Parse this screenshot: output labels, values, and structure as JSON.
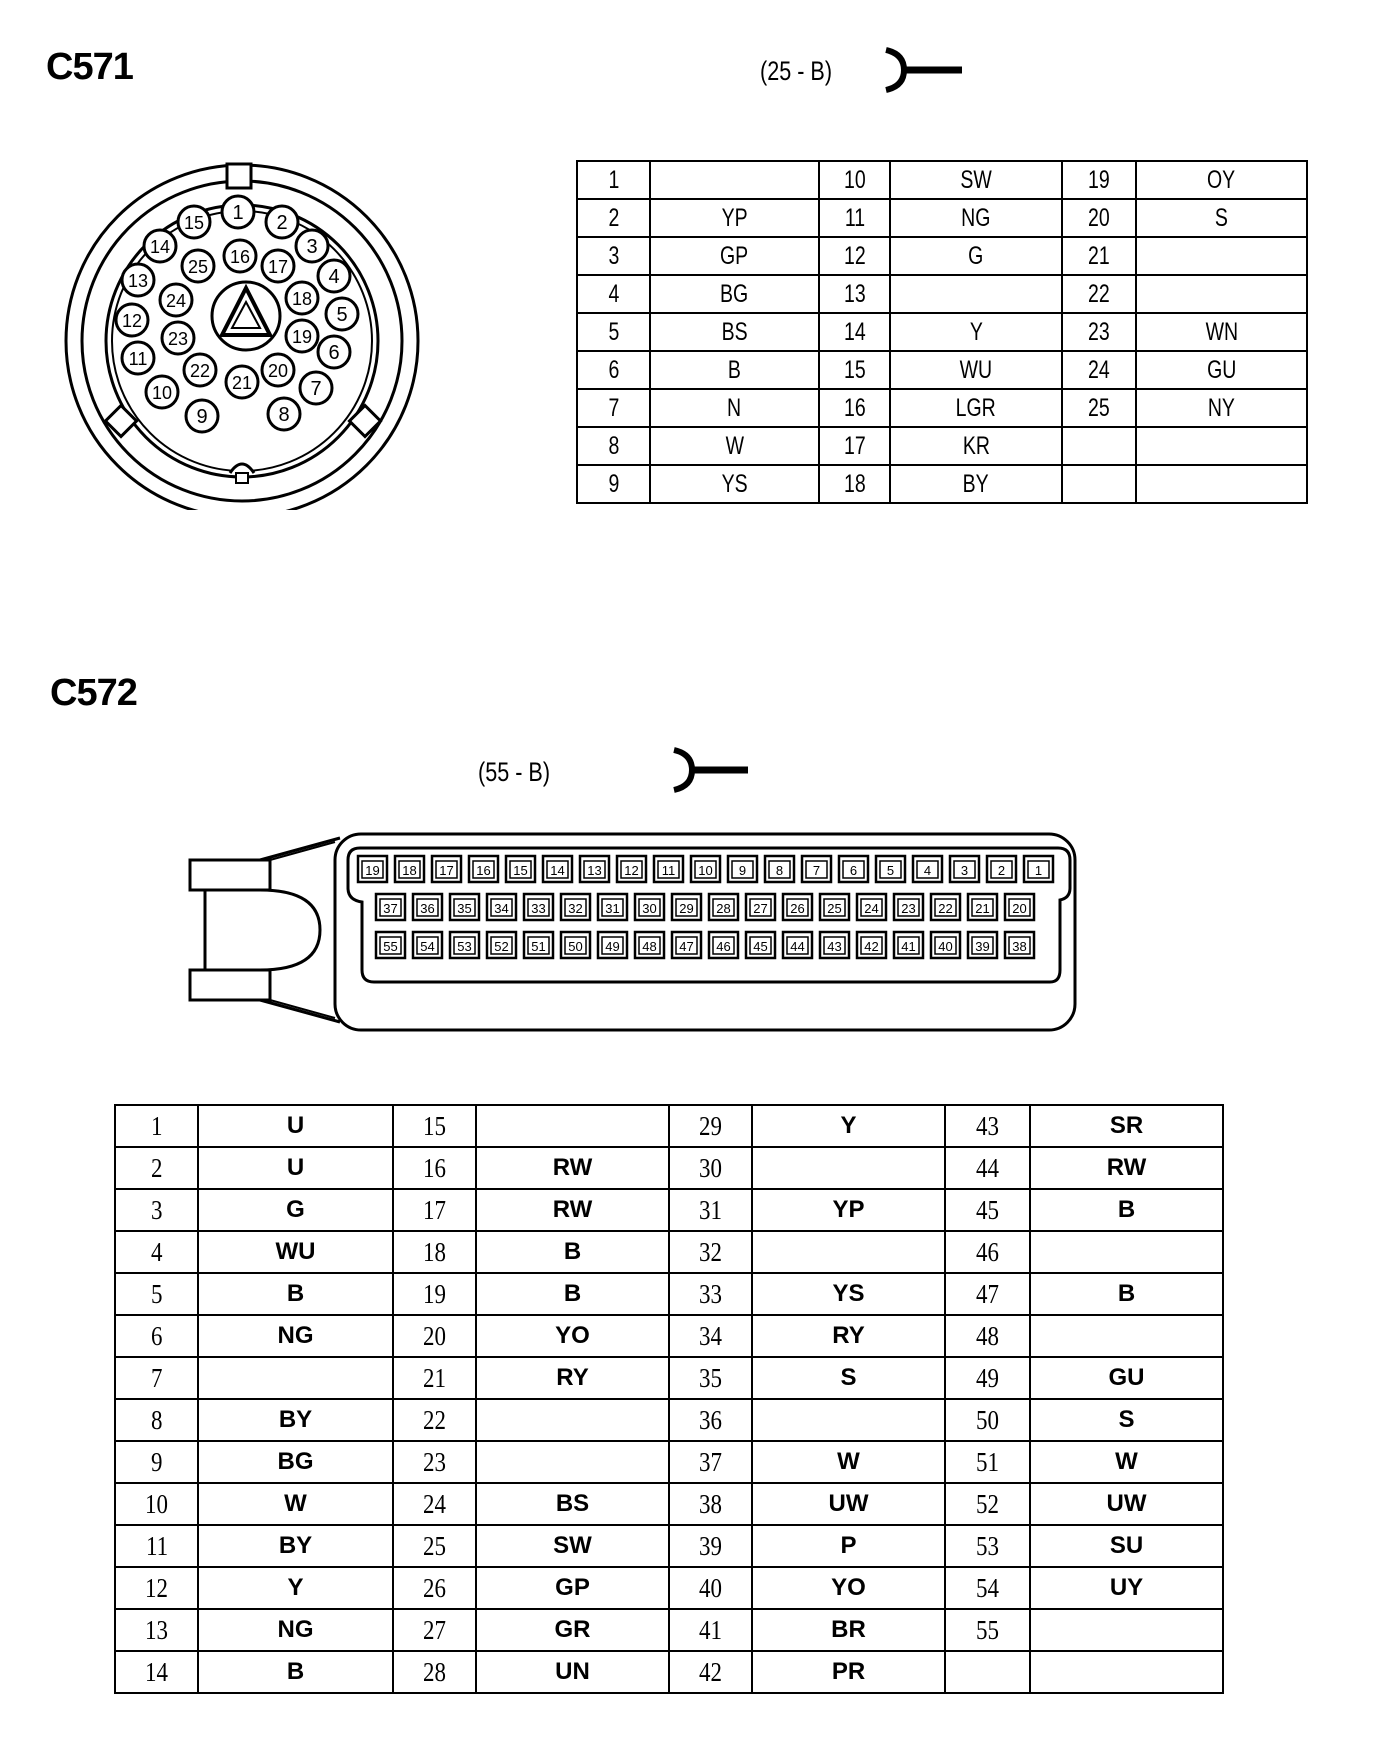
{
  "c571": {
    "title": "C571",
    "code": "(25 - B)",
    "pins": [
      {
        "n": "1",
        "c": ""
      },
      {
        "n": "2",
        "c": "YP"
      },
      {
        "n": "3",
        "c": "GP"
      },
      {
        "n": "4",
        "c": "BG"
      },
      {
        "n": "5",
        "c": "BS"
      },
      {
        "n": "6",
        "c": "B"
      },
      {
        "n": "7",
        "c": "N"
      },
      {
        "n": "8",
        "c": "W"
      },
      {
        "n": "9",
        "c": "YS"
      },
      {
        "n": "10",
        "c": "SW"
      },
      {
        "n": "11",
        "c": "NG"
      },
      {
        "n": "12",
        "c": "G"
      },
      {
        "n": "13",
        "c": ""
      },
      {
        "n": "14",
        "c": "Y"
      },
      {
        "n": "15",
        "c": "WU"
      },
      {
        "n": "16",
        "c": "LGR"
      },
      {
        "n": "17",
        "c": "KR"
      },
      {
        "n": "18",
        "c": "BY"
      },
      {
        "n": "19",
        "c": "OY"
      },
      {
        "n": "20",
        "c": "S"
      },
      {
        "n": "21",
        "c": ""
      },
      {
        "n": "22",
        "c": ""
      },
      {
        "n": "23",
        "c": "WN"
      },
      {
        "n": "24",
        "c": "GU"
      },
      {
        "n": "25",
        "c": "NY"
      }
    ],
    "face_labels": [
      "1",
      "2",
      "3",
      "4",
      "5",
      "6",
      "7",
      "8",
      "9",
      "10",
      "11",
      "12",
      "13",
      "14",
      "15",
      "16",
      "17",
      "18",
      "19",
      "20",
      "21",
      "22",
      "23",
      "24",
      "25"
    ]
  },
  "c572": {
    "title": "C572",
    "code": "(55 - B)",
    "pins": [
      {
        "n": "1",
        "c": "U"
      },
      {
        "n": "2",
        "c": "U"
      },
      {
        "n": "3",
        "c": "G"
      },
      {
        "n": "4",
        "c": "WU"
      },
      {
        "n": "5",
        "c": "B"
      },
      {
        "n": "6",
        "c": "NG"
      },
      {
        "n": "7",
        "c": ""
      },
      {
        "n": "8",
        "c": "BY"
      },
      {
        "n": "9",
        "c": "BG"
      },
      {
        "n": "10",
        "c": "W"
      },
      {
        "n": "11",
        "c": "BY"
      },
      {
        "n": "12",
        "c": "Y"
      },
      {
        "n": "13",
        "c": "NG"
      },
      {
        "n": "14",
        "c": "B"
      },
      {
        "n": "15",
        "c": ""
      },
      {
        "n": "16",
        "c": "RW"
      },
      {
        "n": "17",
        "c": "RW"
      },
      {
        "n": "18",
        "c": "B"
      },
      {
        "n": "19",
        "c": "B"
      },
      {
        "n": "20",
        "c": "YO"
      },
      {
        "n": "21",
        "c": "RY"
      },
      {
        "n": "22",
        "c": ""
      },
      {
        "n": "23",
        "c": ""
      },
      {
        "n": "24",
        "c": "BS"
      },
      {
        "n": "25",
        "c": "SW"
      },
      {
        "n": "26",
        "c": "GP"
      },
      {
        "n": "27",
        "c": "GR"
      },
      {
        "n": "28",
        "c": "UN"
      },
      {
        "n": "29",
        "c": "Y"
      },
      {
        "n": "30",
        "c": ""
      },
      {
        "n": "31",
        "c": "YP"
      },
      {
        "n": "32",
        "c": ""
      },
      {
        "n": "33",
        "c": "YS"
      },
      {
        "n": "34",
        "c": "RY"
      },
      {
        "n": "35",
        "c": "S"
      },
      {
        "n": "36",
        "c": ""
      },
      {
        "n": "37",
        "c": "W"
      },
      {
        "n": "38",
        "c": "UW"
      },
      {
        "n": "39",
        "c": "P"
      },
      {
        "n": "40",
        "c": "YO"
      },
      {
        "n": "41",
        "c": "BR"
      },
      {
        "n": "42",
        "c": "PR"
      },
      {
        "n": "43",
        "c": "SR"
      },
      {
        "n": "44",
        "c": "RW"
      },
      {
        "n": "45",
        "c": "B"
      },
      {
        "n": "46",
        "c": ""
      },
      {
        "n": "47",
        "c": "B"
      },
      {
        "n": "48",
        "c": ""
      },
      {
        "n": "49",
        "c": "GU"
      },
      {
        "n": "50",
        "c": "S"
      },
      {
        "n": "51",
        "c": "W"
      },
      {
        "n": "52",
        "c": "UW"
      },
      {
        "n": "53",
        "c": "SU"
      },
      {
        "n": "54",
        "c": "UY"
      },
      {
        "n": "55",
        "c": ""
      }
    ],
    "face_rows": [
      [
        "19",
        "18",
        "17",
        "16",
        "15",
        "14",
        "13",
        "12",
        "11",
        "10",
        "9",
        "8",
        "7",
        "6",
        "5",
        "4",
        "3",
        "2",
        "1"
      ],
      [
        "37",
        "36",
        "35",
        "34",
        "33",
        "32",
        "31",
        "30",
        "29",
        "28",
        "27",
        "26",
        "25",
        "24",
        "23",
        "22",
        "21",
        "20"
      ],
      [
        "55",
        "54",
        "53",
        "52",
        "51",
        "50",
        "49",
        "48",
        "47",
        "46",
        "45",
        "44",
        "43",
        "42",
        "41",
        "40",
        "39",
        "38"
      ]
    ]
  }
}
